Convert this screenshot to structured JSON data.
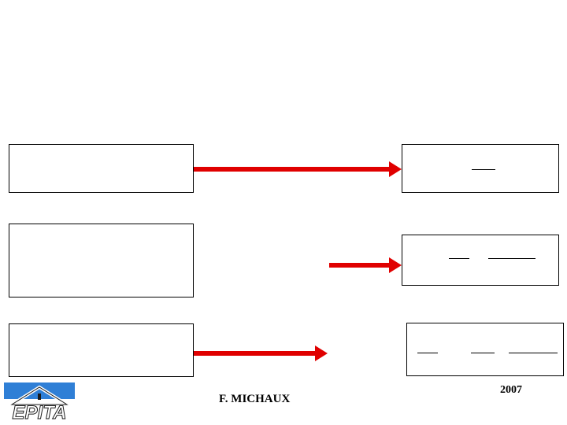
{
  "slide": {
    "footer": {
      "author": "F. MICHAUX",
      "year": "2007"
    },
    "logo": {
      "text": "EPITA",
      "icon": "epita-logo",
      "colors": {
        "band": "#2f7fd6",
        "mark": "#ffffff",
        "outline": "#1a1a1a"
      }
    },
    "arrows": {
      "color": "#e00000"
    }
  }
}
